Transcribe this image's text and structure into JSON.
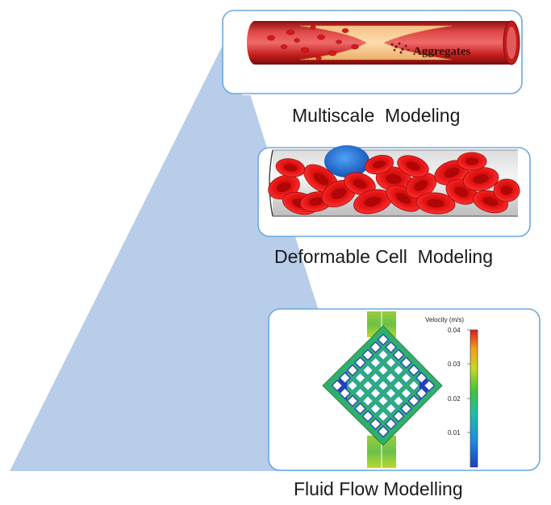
{
  "captions": {
    "multiscale": "Multiscale  Modeling",
    "deformable": "Deformable Cell  Modeling",
    "fluid": "Fluid Flow Modelling"
  },
  "vessel_label": "Aggregates",
  "colorbar": {
    "title": "Velocity (m/s)",
    "ticks": [
      "0.04",
      "0.03",
      "0.02",
      "0.01"
    ]
  },
  "colors": {
    "pyramid": "#b7cde9",
    "panel_border": "#6aa9e0",
    "vessel_red": "#d42a2a",
    "cell_red": "#e01010",
    "nucleus_blue": "#1f6fd6"
  }
}
